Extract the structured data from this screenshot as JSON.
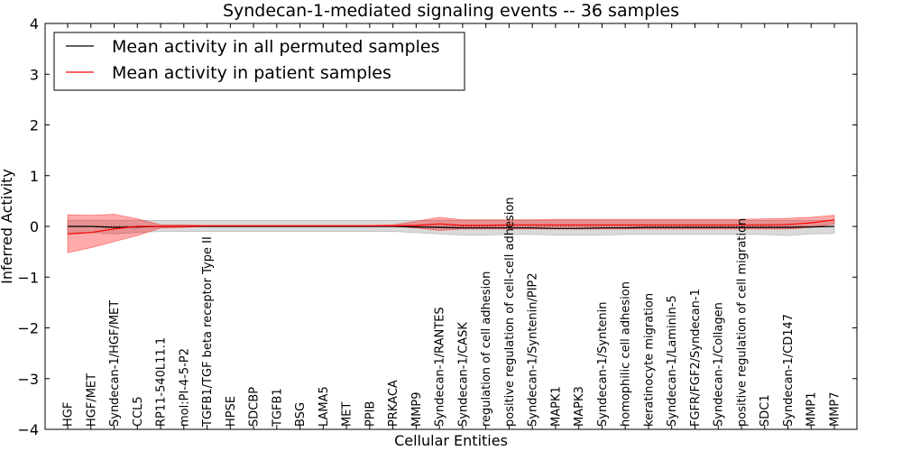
{
  "chart_data": {
    "type": "line",
    "title": "Syndecan-1-mediated signaling events -- 36 samples",
    "xlabel": "Cellular Entities",
    "ylabel": "Inferred Activity",
    "ylim": [
      -4,
      4
    ],
    "yticks": [
      -4,
      -3,
      -2,
      -1,
      0,
      1,
      2,
      3,
      4
    ],
    "ytick_labels": [
      "−4",
      "−3",
      "−2",
      "−1",
      "0",
      "1",
      "2",
      "3",
      "4"
    ],
    "grid": false,
    "legend_position": "top-left",
    "categories": [
      "HGF",
      "HGF/MET",
      "Syndecan-1/HGF/MET",
      "CCL5",
      "RP11-540L11.1",
      "mol:PI-4-5-P2",
      "TGFB1/TGF beta receptor Type II",
      "HPSE",
      "SDCBP",
      "TGFB1",
      "BSG",
      "LAMA5",
      "MET",
      "PPIB",
      "PRKACA",
      "MMP9",
      "Syndecan-1/RANTES",
      "Syndecan-1/CASK",
      "regulation of cell adhesion",
      "positive regulation of cell-cell adhesion",
      "Syndecan-1/Syntenin/PIP2",
      "MAPK1",
      "MAPK3",
      "Syndecan-1/Syntenin",
      "homophilic cell adhesion",
      "keratinocyte migration",
      "Syndecan-1/Laminin-5",
      "FGFR/FGF2/Syndecan-1",
      "Syndecan-1/Collagen",
      "positive regulation of cell migration",
      "SDC1",
      "Syndecan-1/CD147",
      "MMP1",
      "MMP7"
    ],
    "series": [
      {
        "name": "Mean activity in all permuted samples",
        "color": "#000000",
        "values": [
          0.0,
          0.0,
          -0.02,
          -0.01,
          0.0,
          0.0,
          0.0,
          0.0,
          0.0,
          0.0,
          0.0,
          0.0,
          0.0,
          0.0,
          0.0,
          -0.01,
          -0.02,
          -0.03,
          -0.03,
          -0.03,
          -0.03,
          -0.04,
          -0.04,
          -0.03,
          -0.03,
          -0.02,
          -0.02,
          -0.02,
          -0.02,
          -0.02,
          -0.02,
          -0.02,
          -0.01,
          0.0
        ],
        "band_upper": [
          0.12,
          0.12,
          0.12,
          0.12,
          0.12,
          0.12,
          0.12,
          0.12,
          0.12,
          0.12,
          0.12,
          0.12,
          0.12,
          0.12,
          0.12,
          0.12,
          0.12,
          0.12,
          0.12,
          0.12,
          0.12,
          0.12,
          0.12,
          0.12,
          0.12,
          0.12,
          0.12,
          0.12,
          0.12,
          0.12,
          0.12,
          0.12,
          0.12,
          0.12
        ],
        "band_lower": [
          -0.12,
          -0.12,
          -0.15,
          -0.12,
          -0.1,
          -0.1,
          -0.1,
          -0.1,
          -0.1,
          -0.1,
          -0.1,
          -0.1,
          -0.1,
          -0.1,
          -0.1,
          -0.12,
          -0.15,
          -0.17,
          -0.17,
          -0.16,
          -0.16,
          -0.17,
          -0.17,
          -0.17,
          -0.16,
          -0.16,
          -0.16,
          -0.16,
          -0.16,
          -0.16,
          -0.16,
          -0.18,
          -0.15,
          -0.14
        ]
      },
      {
        "name": "Mean activity in patient samples",
        "color": "#ff0000",
        "values": [
          -0.15,
          -0.12,
          -0.05,
          0.0,
          0.0,
          0.0,
          0.01,
          0.01,
          0.01,
          0.01,
          0.01,
          0.01,
          0.01,
          0.01,
          0.01,
          0.02,
          0.05,
          0.02,
          0.02,
          0.03,
          0.03,
          0.03,
          0.03,
          0.03,
          0.03,
          0.03,
          0.03,
          0.03,
          0.03,
          0.03,
          0.03,
          0.04,
          0.07,
          0.13
        ],
        "band_upper": [
          0.23,
          0.22,
          0.24,
          0.15,
          0.03,
          0.03,
          0.02,
          0.02,
          0.02,
          0.02,
          0.02,
          0.02,
          0.02,
          0.02,
          0.03,
          0.1,
          0.18,
          0.13,
          0.13,
          0.13,
          0.13,
          0.14,
          0.14,
          0.14,
          0.14,
          0.14,
          0.14,
          0.14,
          0.14,
          0.14,
          0.15,
          0.16,
          0.18,
          0.22
        ],
        "band_lower": [
          -0.52,
          -0.42,
          -0.3,
          -0.18,
          -0.03,
          -0.02,
          0.0,
          0.0,
          0.0,
          0.0,
          0.0,
          0.0,
          0.0,
          0.0,
          0.0,
          -0.03,
          -0.08,
          -0.05,
          -0.05,
          -0.05,
          -0.05,
          -0.05,
          -0.05,
          -0.05,
          -0.05,
          -0.05,
          -0.05,
          -0.05,
          -0.05,
          -0.05,
          -0.05,
          -0.05,
          -0.02,
          0.05
        ]
      }
    ]
  }
}
